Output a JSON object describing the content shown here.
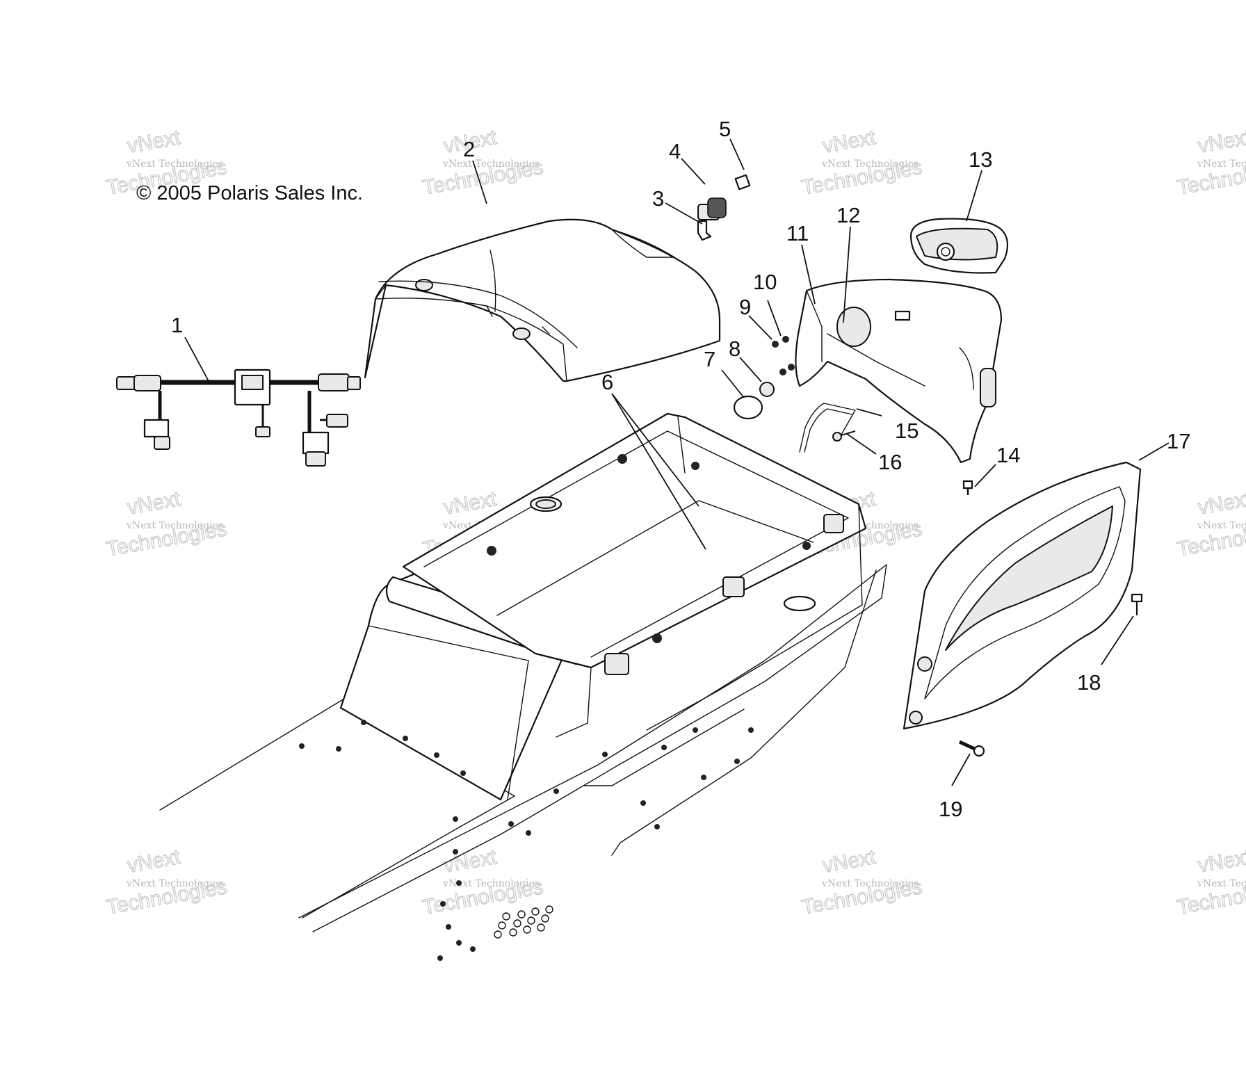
{
  "copyright": "© 2005 Polaris Sales Inc.",
  "watermark": {
    "small": "vNext Technologies",
    "big": "Technologies",
    "top": "vNext"
  },
  "callouts": [
    "1",
    "2",
    "3",
    "4",
    "5",
    "6",
    "7",
    "8",
    "9",
    "10",
    "11",
    "12",
    "13",
    "14",
    "15",
    "16",
    "17",
    "18",
    "19"
  ],
  "colors": {
    "line": "#111111",
    "watermark": "#c8c8c8",
    "background": "#ffffff"
  }
}
